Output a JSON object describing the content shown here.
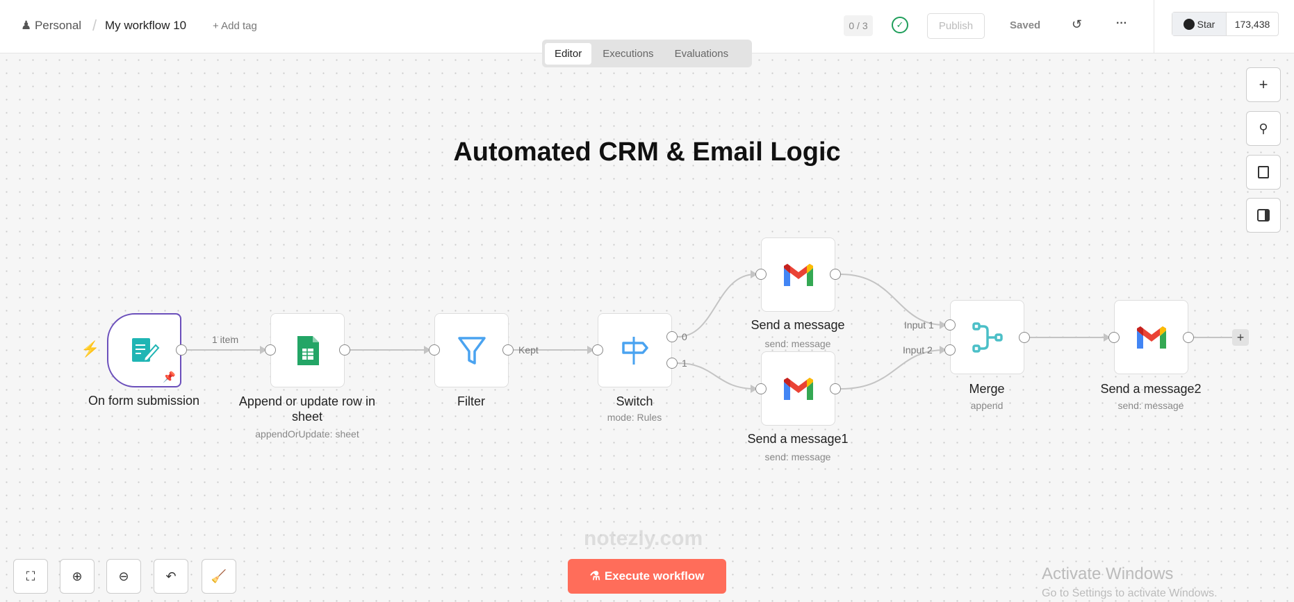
{
  "header": {
    "project": "Personal",
    "workflow_name": "My workflow 10",
    "add_tag": "+ Add tag",
    "counter": "0 / 3",
    "publish": "Publish",
    "saved": "Saved",
    "more": "···",
    "star": "Star",
    "star_count": "173,438"
  },
  "tabs": [
    "Editor",
    "Executions",
    "Evaluations"
  ],
  "canvas_title": "Automated CRM & Email Logic",
  "nodes": [
    {
      "label": "On form submission",
      "sub": ""
    },
    {
      "label": "Append or update row in sheet",
      "sub": "appendOrUpdate: sheet"
    },
    {
      "label": "Filter",
      "sub": ""
    },
    {
      "label": "Switch",
      "sub": "mode: Rules"
    },
    {
      "label": "Send a message",
      "sub": "send: message"
    },
    {
      "label": "Send a message1",
      "sub": "send: message"
    },
    {
      "label": "Merge",
      "sub": "append"
    },
    {
      "label": "Send a message2",
      "sub": "send: message"
    }
  ],
  "edge_labels": {
    "items": "1 item",
    "kept": "Kept",
    "out0": "0",
    "out1": "1",
    "input1": "Input 1",
    "input2": "Input 2"
  },
  "bottom": {
    "execute": "Execute workflow"
  },
  "watermark": "notezly.com",
  "windows": {
    "line1": "Activate Windows",
    "line2": "Go to Settings to activate Windows."
  },
  "colors": {
    "accent": "#ff6d5a",
    "trigger_border": "#6b4fbb"
  }
}
